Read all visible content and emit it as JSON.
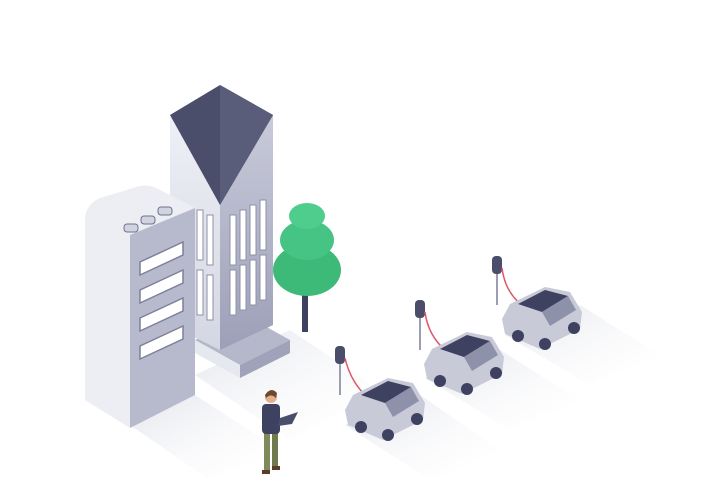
{
  "scene": {
    "colors": {
      "background": "#ffffff",
      "building_light": "#eceef4",
      "building_mid": "#c9ccda",
      "building_dark": "#9a9db4",
      "roof_navy": "#4b4e6b",
      "tree_green": "#3dba78",
      "tree_dark": "#2e9a62",
      "car_body": "#c8cad8",
      "car_roof": "#3e4160",
      "cable_red": "#e0566a",
      "shadow": "#eceef3"
    },
    "elements": [
      "office-tower",
      "office-building",
      "tree",
      "person-with-laptop",
      "charging-station",
      "charging-station",
      "charging-station",
      "electric-car",
      "electric-car",
      "electric-car"
    ]
  }
}
